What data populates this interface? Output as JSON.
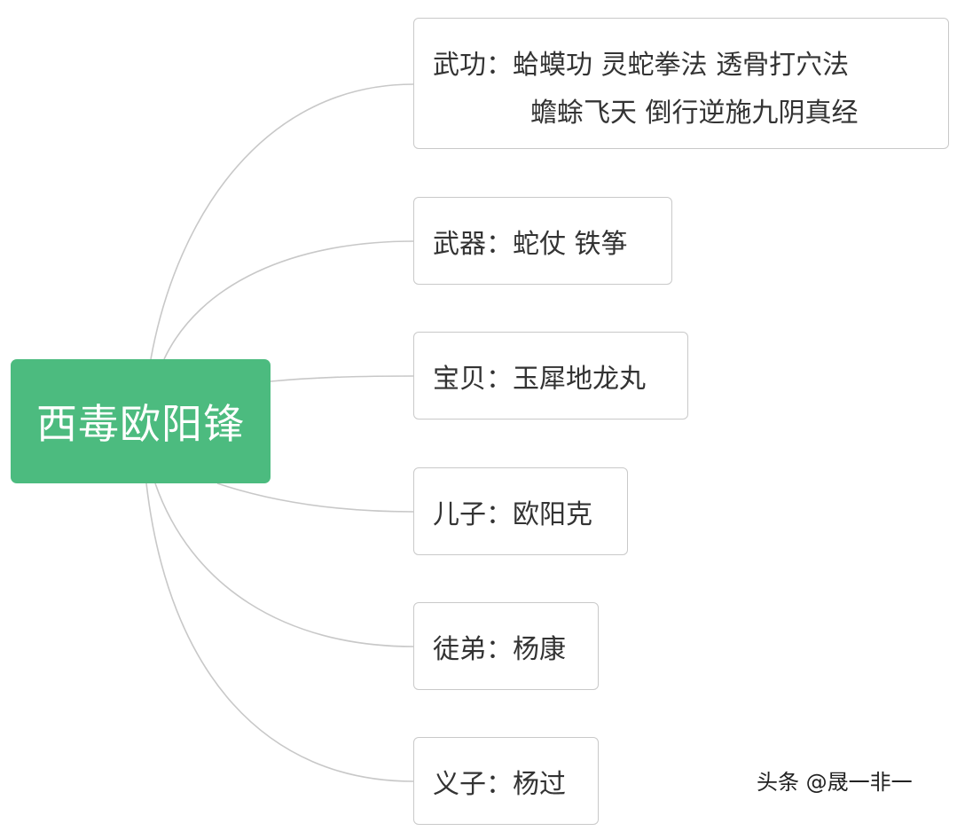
{
  "root": {
    "label": "西毒欧阳锋",
    "color": "#4cbb7f"
  },
  "branches": [
    {
      "label": "武功：",
      "value_line1": "蛤蟆功 灵蛇拳法 透骨打穴法",
      "value_line2": "蟾蜍飞天 倒行逆施九阴真经"
    },
    {
      "label": "武器：",
      "value": "蛇仗 铁筝"
    },
    {
      "label": "宝贝：",
      "value": "玉犀地龙丸"
    },
    {
      "label": "儿子：",
      "value": "欧阳克"
    },
    {
      "label": "徒弟：",
      "value": "杨康"
    },
    {
      "label": "义子：",
      "value": "杨过"
    }
  ],
  "watermark": "头条 @晟一非一",
  "colors": {
    "connector": "#c8c8c8",
    "node_border": "#c9c9c9",
    "text": "#333333"
  }
}
